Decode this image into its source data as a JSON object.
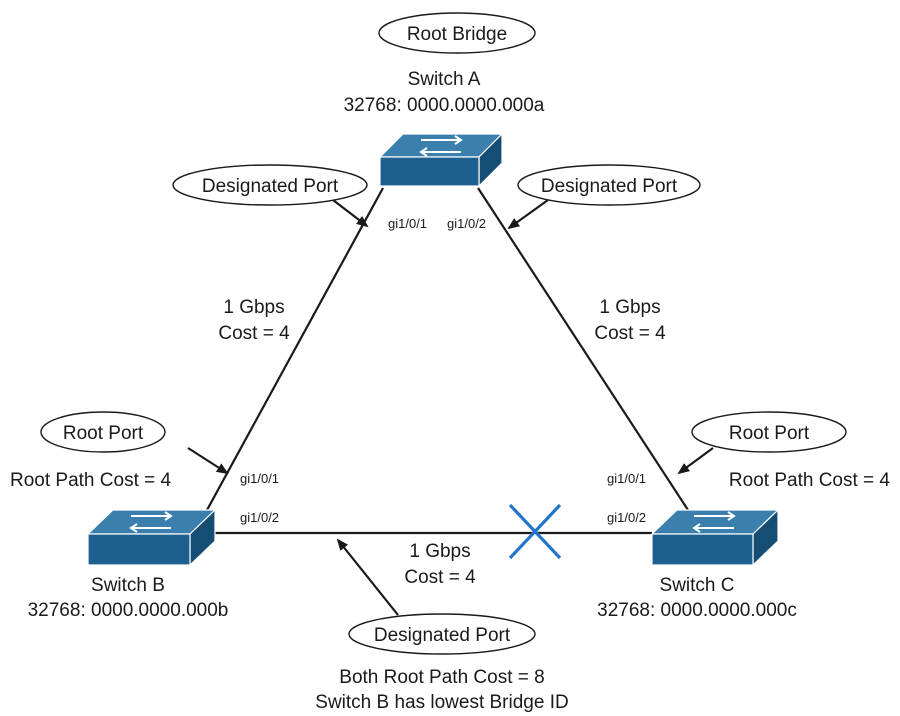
{
  "switches": {
    "a": {
      "name": "Switch A",
      "bridge_id": "32768: 0000.0000.000a"
    },
    "b": {
      "name": "Switch B",
      "bridge_id": "32768: 0000.0000.000b"
    },
    "c": {
      "name": "Switch C",
      "bridge_id": "32768: 0000.0000.000c"
    }
  },
  "callouts": {
    "root_bridge": "Root Bridge",
    "a_left_port": "Designated Port",
    "a_right_port": "Designated Port",
    "b_root_port": "Root Port",
    "c_root_port": "Root Port",
    "bc_designated_port": "Designated Port"
  },
  "root_path_costs": {
    "b": "Root Path Cost = 4",
    "c": "Root Path Cost = 4"
  },
  "links": {
    "ab": {
      "speed": "1 Gbps",
      "cost": "Cost = 4"
    },
    "ac": {
      "speed": "1 Gbps",
      "cost": "Cost = 4"
    },
    "bc": {
      "speed": "1 Gbps",
      "cost": "Cost = 4"
    }
  },
  "port_labels": {
    "a_left": "gi1/0/1",
    "a_right": "gi1/0/2",
    "b_upper": "gi1/0/1",
    "b_lower": "gi1/0/2",
    "c_upper": "gi1/0/1",
    "c_lower": "gi1/0/2"
  },
  "footnote": {
    "line1": "Both Root Path Cost = 8",
    "line2": "Switch B has lowest Bridge ID"
  },
  "colors": {
    "switch_top": "#3a7fae",
    "switch_front": "#1d5f8f",
    "blocked_marker": "#2176c9"
  }
}
